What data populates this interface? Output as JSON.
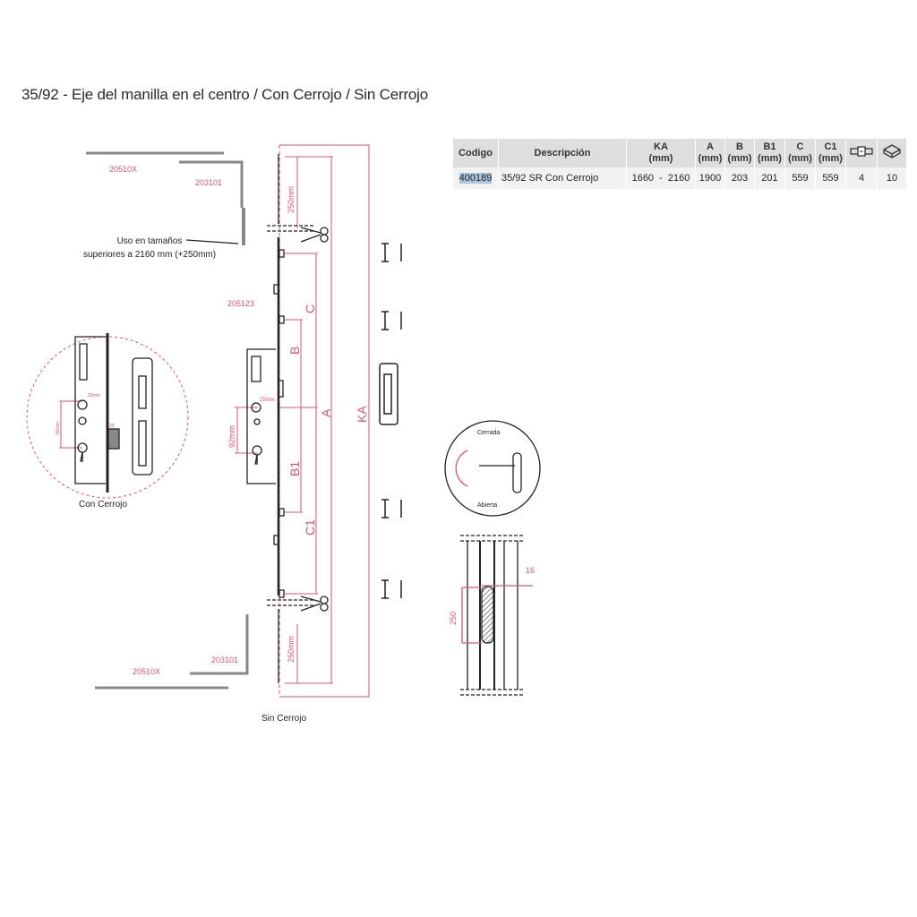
{
  "title": "35/92 - Eje del manilla en el centro / Con Cerrojo / Sin Cerrojo",
  "table": {
    "headers": [
      {
        "line1": "Codigo",
        "line2": ""
      },
      {
        "line1": "Descripción",
        "line2": ""
      },
      {
        "line1": "KA",
        "line2": "(mm)"
      },
      {
        "line1": "A",
        "line2": "(mm)"
      },
      {
        "line1": "B",
        "line2": "(mm)"
      },
      {
        "line1": "B1",
        "line2": "(mm)"
      },
      {
        "line1": "C",
        "line2": "(mm)"
      },
      {
        "line1": "C1",
        "line2": "(mm)"
      }
    ],
    "icon_headers": [
      "keeper-icon",
      "box-icon"
    ],
    "rows": [
      {
        "codigo": "400189",
        "descripcion": "35/92 SR Con Cerrojo",
        "ka": "1660  -  2160",
        "a": "1900",
        "b": "203",
        "b1": "201",
        "c": "559",
        "c1": "559",
        "keepers": "4",
        "box": "10"
      }
    ]
  },
  "diagram": {
    "part_top_rod": "20510X",
    "part_top_corner": "203101",
    "part_extension": "205123",
    "extension_note_line1": "Uso en tamaños",
    "extension_note_line2": "superiores a 2160 mm (+250mm)",
    "part_bottom_rod": "20510X",
    "part_bottom_corner": "203101",
    "dim_top": "250mm",
    "dim_bottom": "250mm",
    "dim_c": "C",
    "dim_b": "B",
    "dim_a": "A",
    "dim_ka": "KA",
    "dim_b1": "B1",
    "dim_c1": "C1",
    "dim_92": "92mm",
    "dim_25": "25mm",
    "detail_92": "92mm",
    "detail_25": "25mm",
    "detail_20": "20",
    "caption_con": "Con Cerrojo",
    "caption_sin": "Sin Cerrojo",
    "handle_closed": "Cerrada",
    "handle_open": "Abierta",
    "profile_16": "16",
    "profile_250": "250"
  },
  "colors": {
    "accent": "#d9566e",
    "line": "#222222",
    "header_bg": "#dedede",
    "row_bg": "#f2f2f2",
    "code_highlight": "#a9c4dc"
  }
}
